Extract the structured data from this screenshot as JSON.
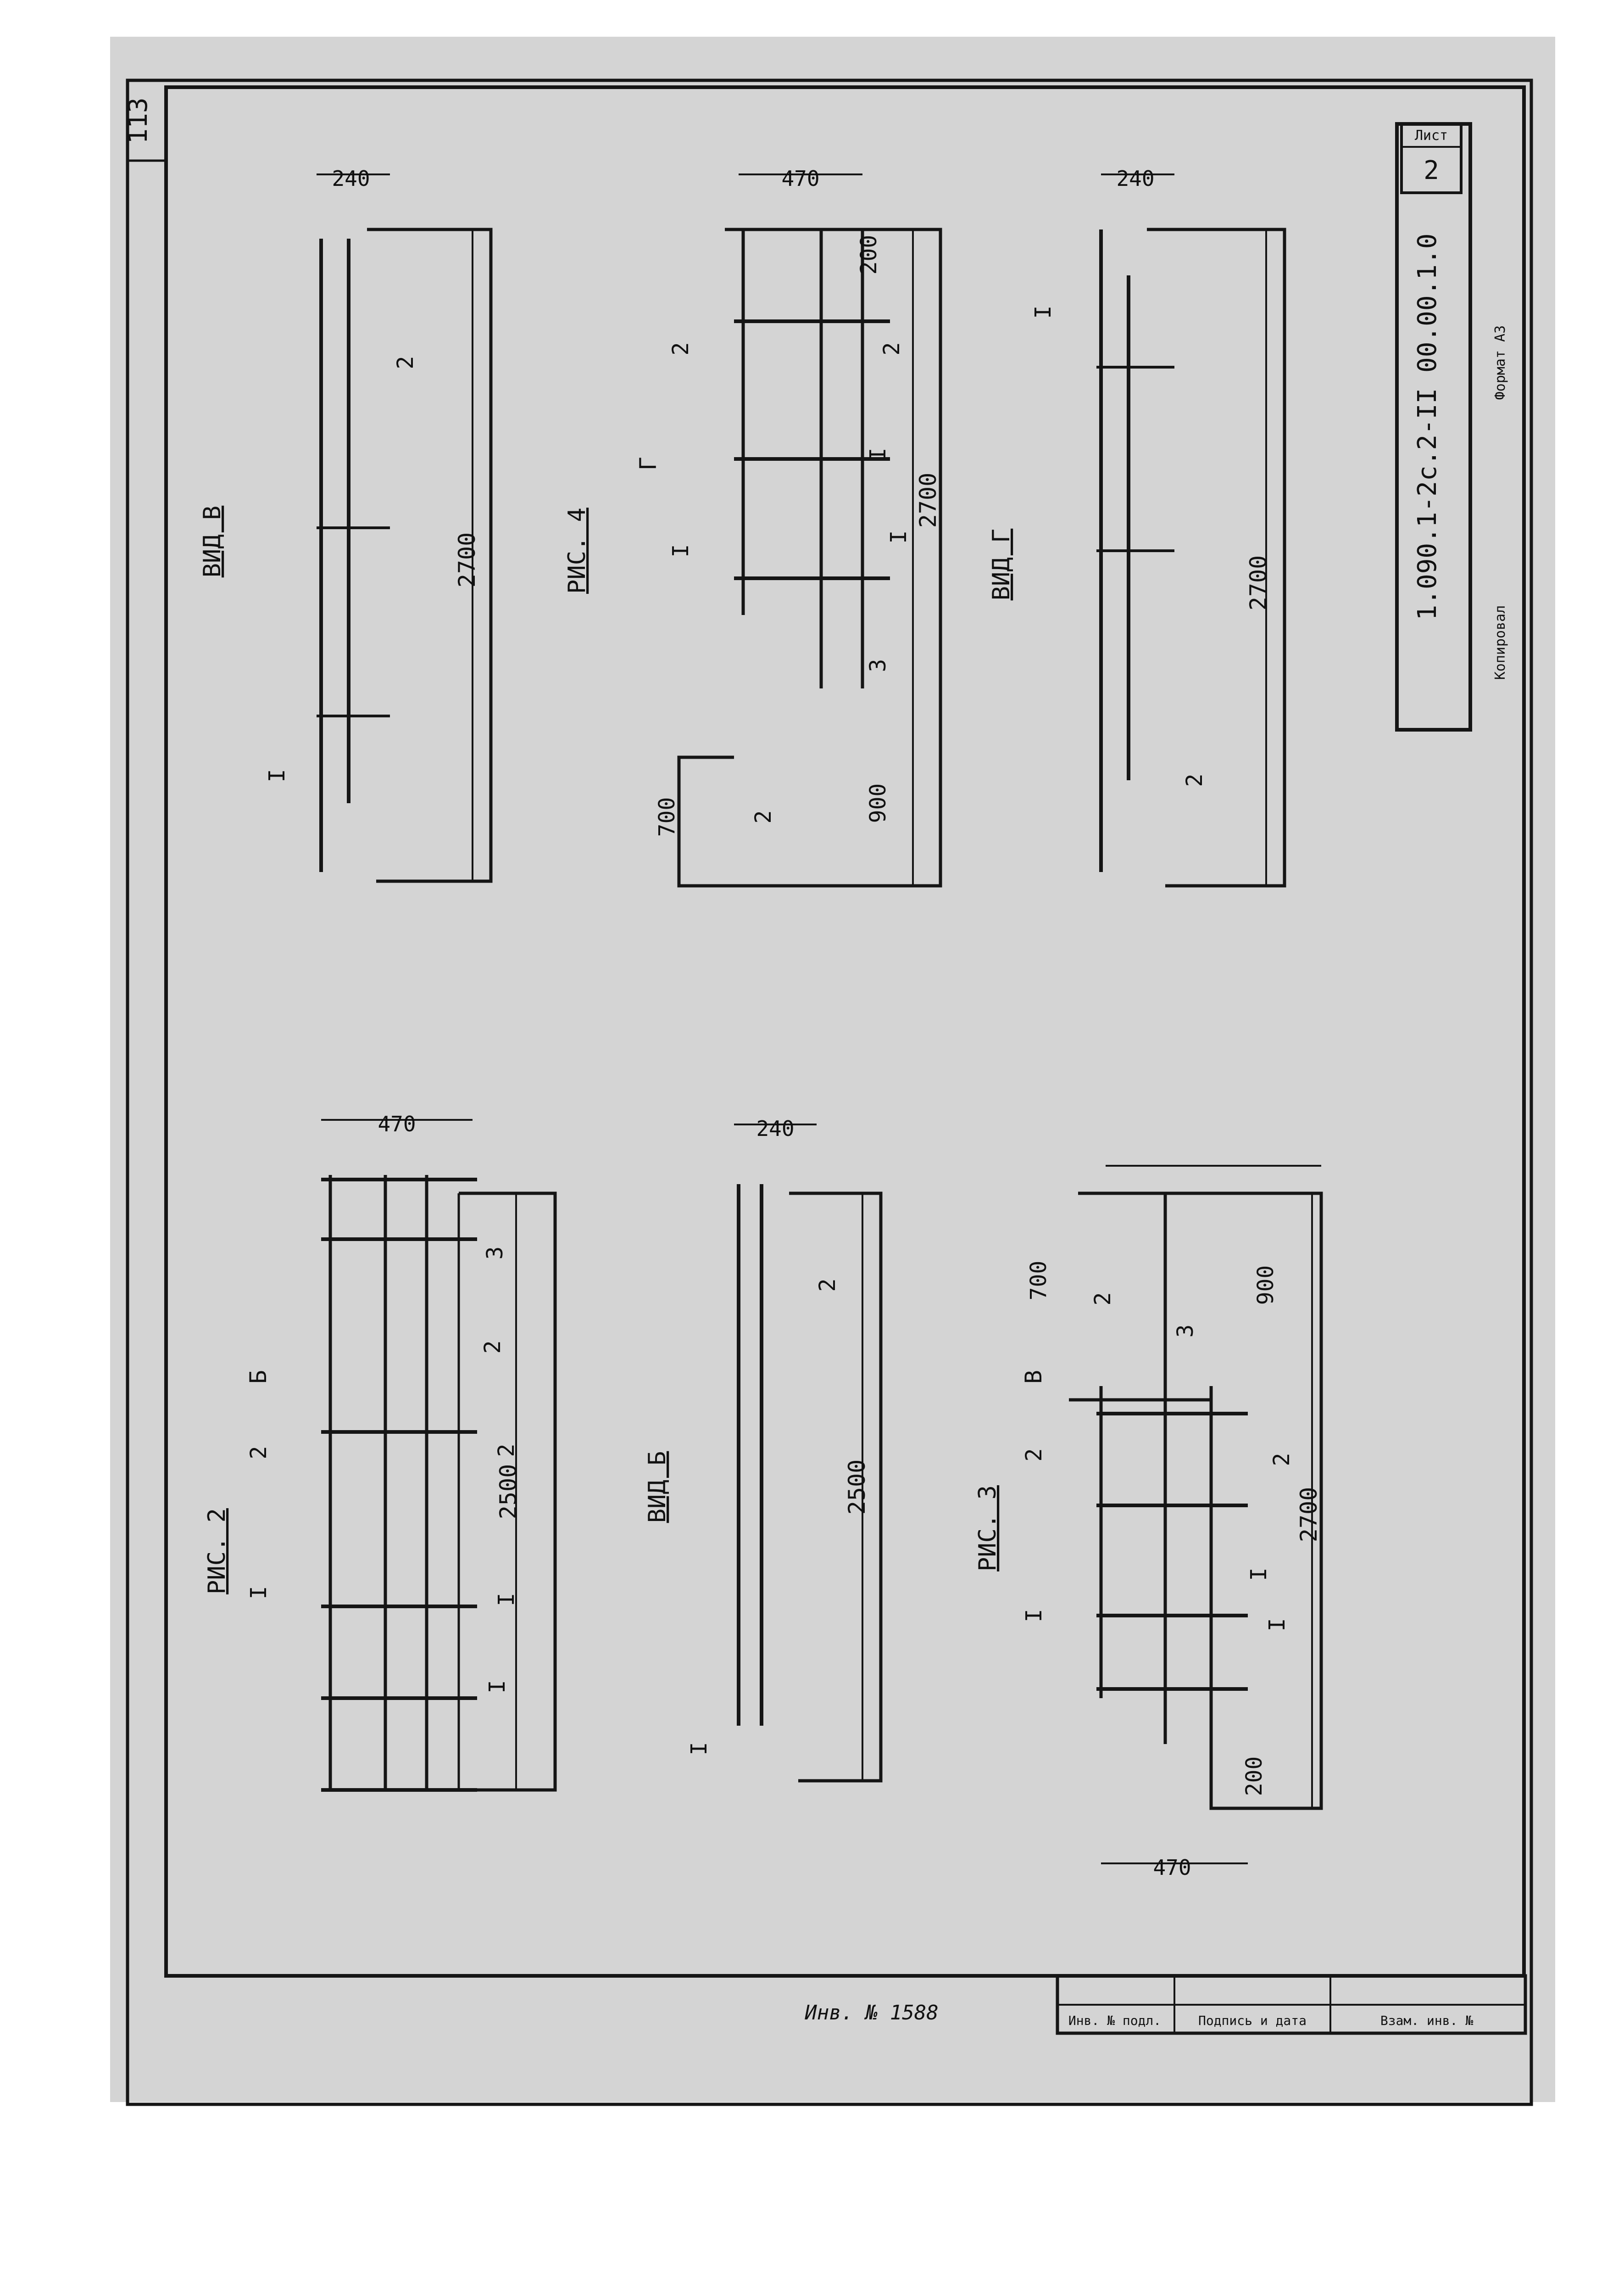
{
  "colors": {
    "ink": "#151515",
    "paper": "#d4d4d4"
  },
  "sheet_number_corner": "113",
  "title_block": {
    "designation": "1.090.1-2с.2-II 00.00.1.0",
    "sheet_label": "Лист",
    "sheet_number": "2",
    "copied_label": "Копировал",
    "format_label": "Формат А3",
    "side_stamp": [
      "Инв. № подл.",
      "Подпись и дата",
      "Взам. инв. №"
    ]
  },
  "figures": {
    "fig2": {
      "title": "РИС. 2",
      "view_arrow": "Б",
      "section_marks": [
        "I",
        "2",
        "I",
        "2"
      ],
      "dimension_length": "2500",
      "dimension_width": "470",
      "leaders": [
        "I",
        "2",
        "3"
      ]
    },
    "view_b": {
      "title": "ВИД Б",
      "dimension_length": "2500",
      "dimension_width": "240",
      "leaders": [
        "I",
        "2"
      ]
    },
    "fig3": {
      "title": "РИС. 3",
      "view_arrow": "В",
      "section_marks": [
        "I",
        "2",
        "I",
        "2"
      ],
      "dimension_length": "2700",
      "dimension_step_a": "700",
      "dimension_step_b": "900",
      "dimension_end": "200",
      "dimension_width": "470",
      "leaders": [
        "I",
        "2",
        "3"
      ]
    },
    "view_v": {
      "title": "ВИД В",
      "dimension_length": "2700",
      "dimension_width": "240",
      "leaders": [
        "I",
        "2"
      ]
    },
    "fig4": {
      "title": "РИС. 4",
      "view_arrow": "Г",
      "section_marks": [
        "I",
        "2",
        "I",
        "2"
      ],
      "dimension_length": "2700",
      "dimension_step_a": "700",
      "dimension_step_b": "900",
      "dimension_end": "200",
      "dimension_width": "470",
      "leaders": [
        "I",
        "2",
        "3"
      ]
    },
    "view_g": {
      "title": "ВИД Г",
      "dimension_length": "2700",
      "dimension_width": "240",
      "leaders": [
        "I",
        "2"
      ]
    }
  },
  "margin_handwriting": "Инв. № 1588"
}
